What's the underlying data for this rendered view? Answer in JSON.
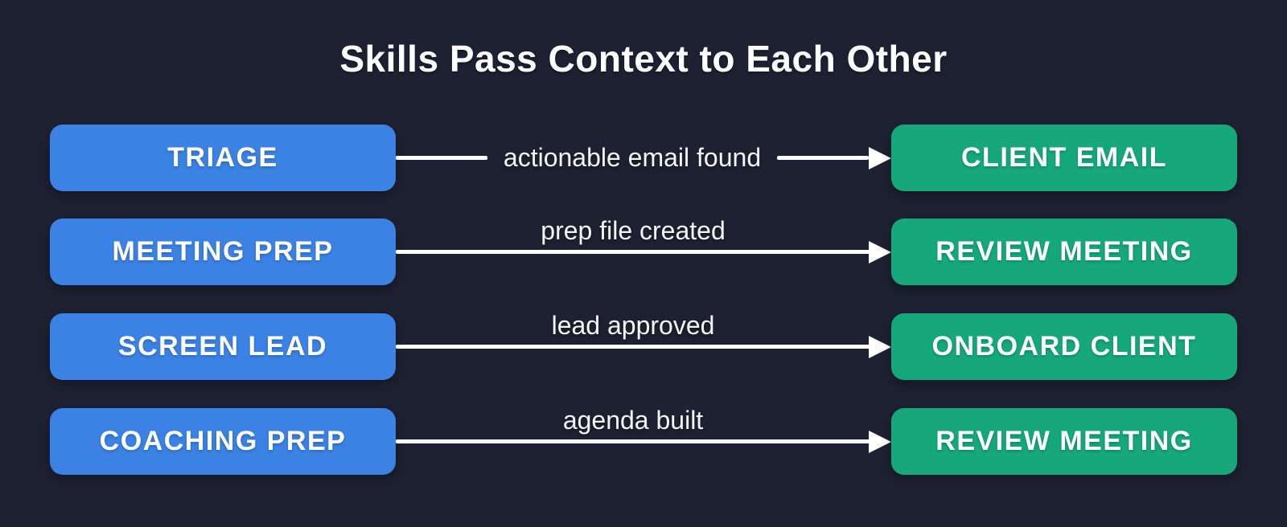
{
  "title": "Skills Pass Context to Each Other",
  "colors": {
    "background": "#1e2132",
    "source_box": "#3b82e4",
    "target_box": "#16a87a",
    "arrow": "#ffffff",
    "text": "#ffffff"
  },
  "rows": [
    {
      "source": "TRIAGE",
      "label": "actionable email found",
      "target": "CLIENT EMAIL",
      "label_position": "inline"
    },
    {
      "source": "MEETING PREP",
      "label": "prep file created",
      "target": "REVIEW MEETING",
      "label_position": "above"
    },
    {
      "source": "SCREEN LEAD",
      "label": "lead approved",
      "target": "ONBOARD CLIENT",
      "label_position": "above"
    },
    {
      "source": "COACHING PREP",
      "label": "agenda built",
      "target": "REVIEW MEETING",
      "label_position": "above"
    }
  ]
}
